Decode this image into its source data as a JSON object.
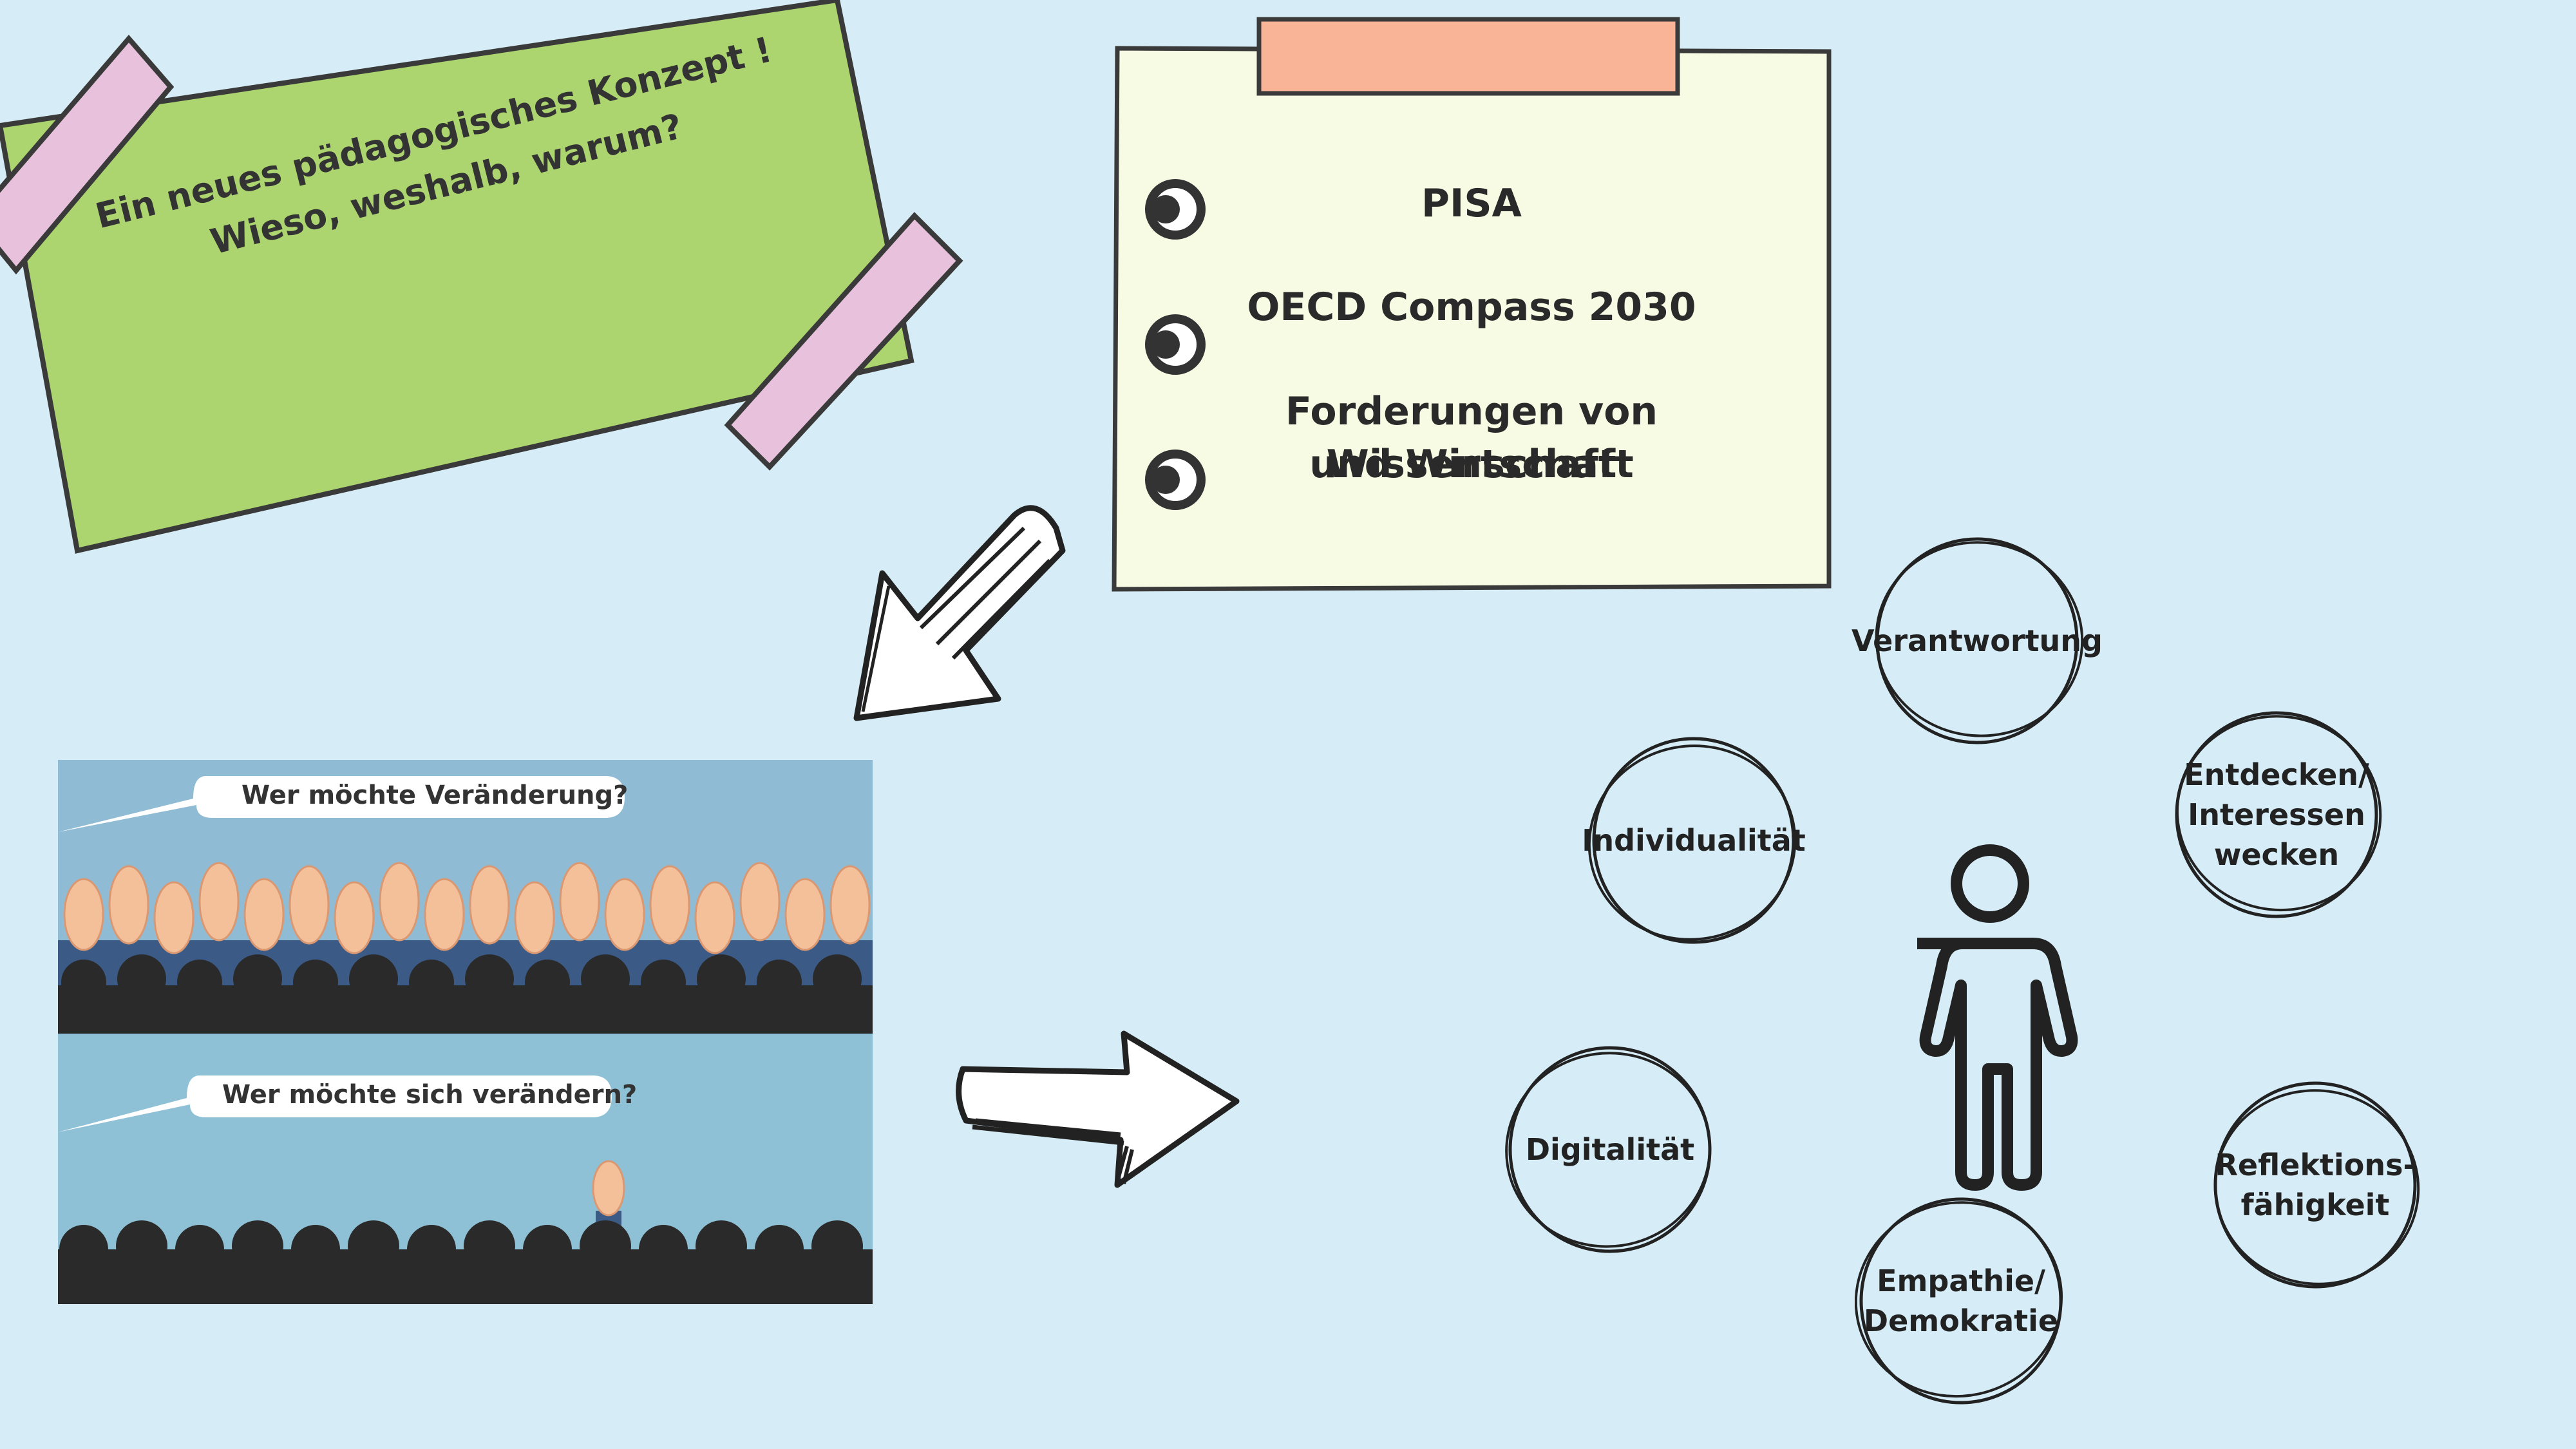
{
  "note_green": {
    "line1": "Ein neues pädagogisches Konzept !",
    "line2": "Wieso, weshalb, warum?"
  },
  "note_yellow": {
    "items": [
      "PISA",
      "OECD Compass 2030",
      "Forderungen von Wissenschaft",
      "und Wirtschaft"
    ]
  },
  "photo": {
    "bubble_top": "Wer möchte Veränderung?",
    "bubble_bottom": "Wer möchte sich verändern?"
  },
  "traits": [
    "Verantwortung",
    "Individualität",
    "Entdecken/\nInteressen\nwecken",
    "Digitalität",
    "Reflektions-\nfähigkeit",
    "Empathie/\nDemokratie"
  ],
  "colors": {
    "background": "#d6edf7",
    "green_note": "#acd46f",
    "yellow_note": "#f8fbe3",
    "pink_tape": "#e8c1dd",
    "orange_tape": "#f9b396"
  }
}
